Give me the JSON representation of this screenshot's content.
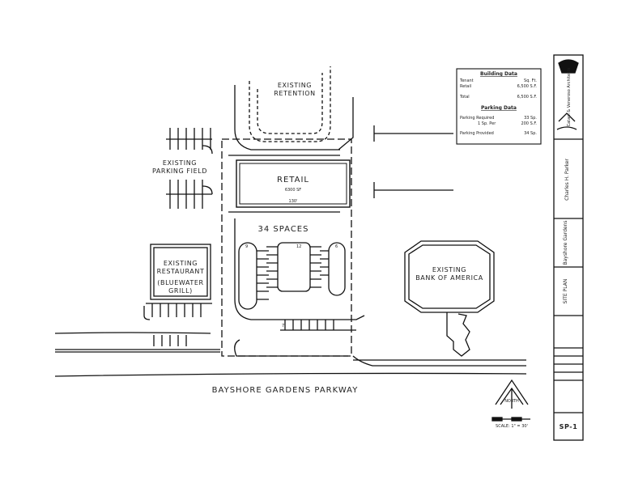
{
  "labels": {
    "retention": [
      "EXISTING",
      "RETENTION"
    ],
    "parking_field": [
      "EXISTING",
      "PARKING FIELD"
    ],
    "retail_title": "RETAIL",
    "retail_sf": "6300 SF",
    "retail_dim": "130'",
    "spaces": "34 SPACES",
    "row_counts": [
      "9",
      "12",
      "6"
    ],
    "row_count_bottom": "7",
    "restaurant": [
      "EXISTING",
      "RESTAURANT",
      "(BLUEWATER",
      "GRILL)"
    ],
    "bank": [
      "EXISTING",
      "BANK OF AMERICA"
    ],
    "parkway": "BAYSHORE GARDENS PARKWAY",
    "north": "NORTH",
    "scale": "SCALE: 1\" = 30'"
  },
  "building_data": {
    "title": "Building Data",
    "col_tenant": "Tenant",
    "col_sqft": "Sq. Ft.",
    "rows": [
      {
        "label": "Retail",
        "value": "6,500 S.F."
      },
      {
        "label": "Total",
        "value": "6,500 S.F."
      }
    ]
  },
  "parking_data": {
    "title": "Parking Data",
    "required_label": "Parking Required",
    "required_value": "33 Sp.",
    "ratio_label": "1 Sp. Per",
    "ratio_value": "200 S.F.",
    "provided_label": "Parking Provided",
    "provided_value": "34 Sp."
  },
  "title_block": {
    "firm": "Catani & Veneroso Architects",
    "client_name": "Charles H. Parker",
    "project": "Bayshore Gardens",
    "sheet_title": "SITE PLAN",
    "sheet_number": "SP-1"
  }
}
